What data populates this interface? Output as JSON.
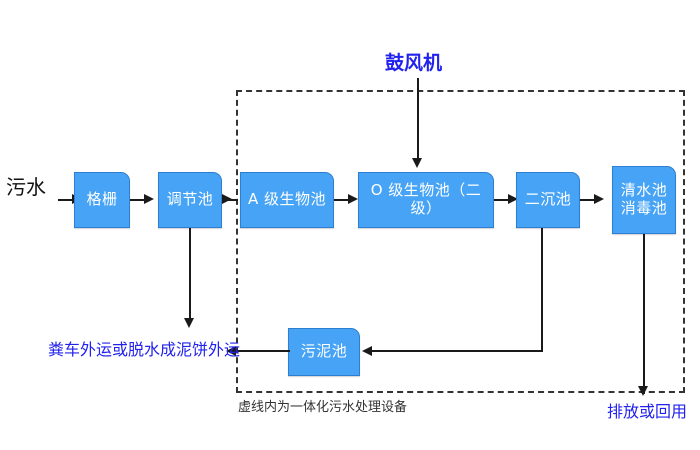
{
  "diagram": {
    "title_label": "鼓风机",
    "inlet_label": "污水",
    "caption": "虚线内为一体化污水处理设备",
    "sludge_outlet_label": "粪车外运或脱水成泥饼外运",
    "effluent_label": "排放或回用",
    "accent_color": "#46a3f5",
    "border_color": "#2f7fd0",
    "text_blue": "#2222ee",
    "line_color": "#1a1a1a",
    "nodes": [
      {
        "id": "grille",
        "label": "格栅"
      },
      {
        "id": "regulating",
        "label": "调节池"
      },
      {
        "id": "a-stage",
        "label": "A 级生物池"
      },
      {
        "id": "o-stage",
        "label": "O 级生物池（二级）"
      },
      {
        "id": "secondary",
        "label": "二沉池"
      },
      {
        "id": "clearwater",
        "label": "清水池\n消毒池"
      },
      {
        "id": "sludge",
        "label": "污泥池"
      }
    ]
  }
}
